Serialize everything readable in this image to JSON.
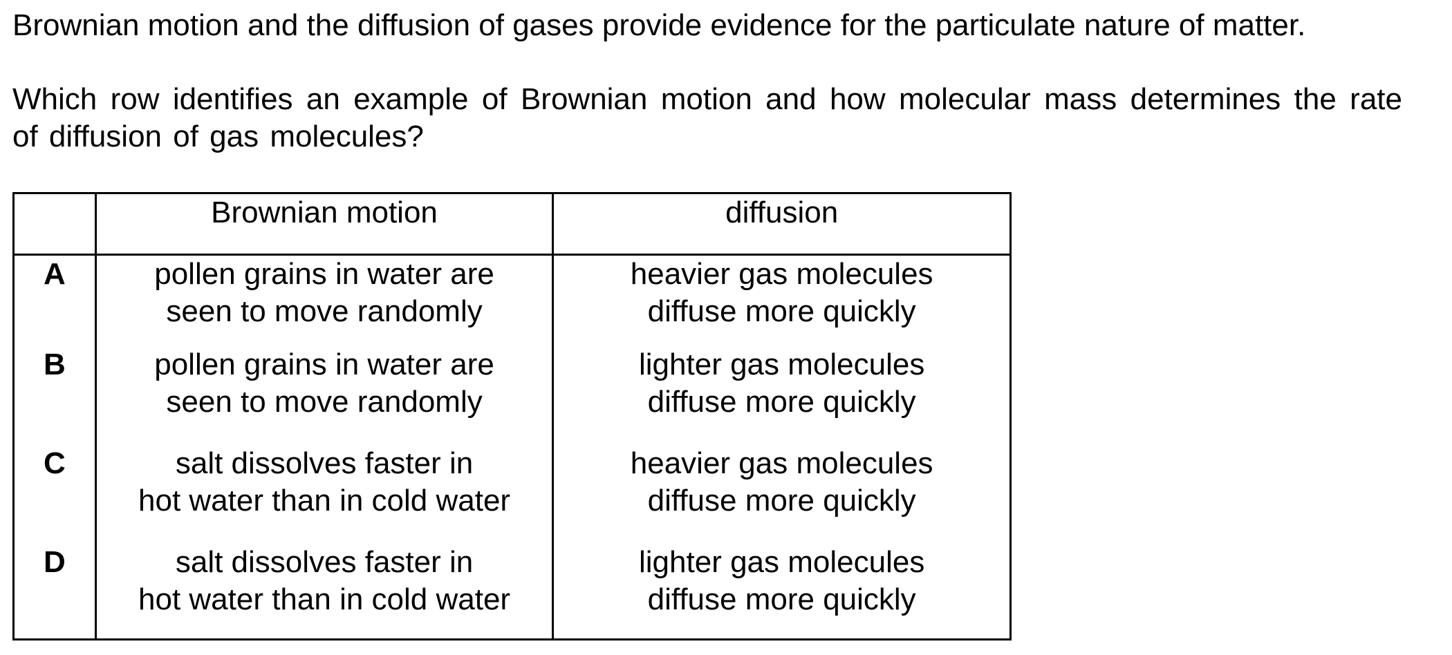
{
  "stem": "Brownian motion and the diffusion of gases provide evidence for the particulate nature of matter.",
  "question": "Which row identifies an example of Brownian motion and how molecular mass determines the rate of diffusion of gas molecules?",
  "table": {
    "headers": [
      "",
      "Brownian motion",
      "diffusion"
    ],
    "rows": [
      {
        "key": "A",
        "brownian": [
          "pollen grains in water are",
          "seen to move randomly"
        ],
        "diffusion": [
          "heavier gas molecules",
          "diffuse more quickly"
        ]
      },
      {
        "key": "B",
        "brownian": [
          "pollen grains in water are",
          "seen to move randomly"
        ],
        "diffusion": [
          "lighter gas molecules",
          "diffuse more quickly"
        ]
      },
      {
        "key": "C",
        "brownian": [
          "salt dissolves faster in",
          "hot water than in cold water"
        ],
        "diffusion": [
          "heavier gas molecules",
          "diffuse more quickly"
        ]
      },
      {
        "key": "D",
        "brownian": [
          "salt dissolves faster in",
          "hot water than in cold water"
        ],
        "diffusion": [
          "lighter gas molecules",
          "diffuse more quickly"
        ]
      }
    ]
  }
}
